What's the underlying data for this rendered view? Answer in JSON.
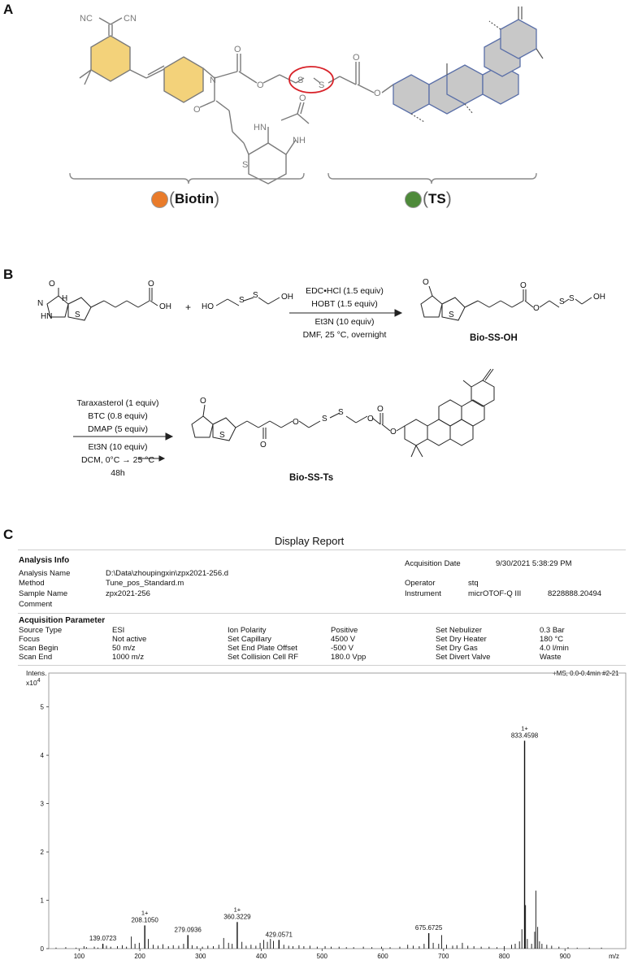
{
  "panels": {
    "a": "A",
    "b": "B",
    "c": "C"
  },
  "panel_a": {
    "cn1": "NC",
    "cn2": "CN",
    "imid_nh1": "HN",
    "imid_nh2": "NH",
    "imid_o": "O",
    "s_ring": "S",
    "s1": "S",
    "s2": "S",
    "labels": {
      "biotin": "Biotin",
      "ts": "TS",
      "paren_open": "(",
      "paren_close": ")"
    },
    "colors": {
      "biotin_dot": "#E97B2A",
      "ts_dot": "#4E8A3A",
      "ring_fill_yellow": "#F3D27A",
      "ring_fill_grey": "#C8C8C8",
      "ring_edge_blue": "#5A6FA8",
      "disulfide_circle": "#D8232A"
    }
  },
  "panel_b": {
    "reagents1": [
      "EDC•HCl (1.5 equiv)",
      "HOBT (1.5 equiv)",
      "Et3N (10 equiv)",
      "DMF, 25 °C, overnight"
    ],
    "plus": "+",
    "oh": "OH",
    "ho": "HO",
    "o": "O",
    "s": "S",
    "h": "H",
    "n": "N",
    "hn": "HN",
    "product1": "Bio-SS-OH",
    "reagents2": [
      "Taraxasterol (1 equiv)",
      "BTC (0.8 equiv)",
      "DMAP (5 equiv)",
      "Et3N (10 equiv)",
      "DCM, 0°C → 25 °C",
      "48h"
    ],
    "product2": "Bio-SS-Ts"
  },
  "report": {
    "title": "Display Report",
    "analysis_info_title": "Analysis Info",
    "analysis_name_label": "Analysis Name",
    "analysis_name": "D:\\Data\\zhoupingxin\\zpx2021-256.d",
    "method_label": "Method",
    "method": "Tune_pos_Standard.m",
    "sample_name_label": "Sample Name",
    "sample_name": "zpx2021-256",
    "comment_label": "Comment",
    "acq_date_label": "Acquisition Date",
    "acq_date": "9/30/2021 5:38:29 PM",
    "operator_label": "Operator",
    "operator": "stq",
    "instrument_label": "Instrument",
    "instrument": "micrOTOF-Q III",
    "instrument_id": "8228888.20494",
    "acq_param_title": "Acquisition Parameter",
    "params": [
      [
        "Source Type",
        "ESI",
        "Ion Polarity",
        "Positive",
        "Set Nebulizer",
        "0.3 Bar"
      ],
      [
        "Focus",
        "Not active",
        "Set Capillary",
        "4500 V",
        "Set Dry Heater",
        "180 °C"
      ],
      [
        "Scan Begin",
        "50 m/z",
        "Set End Plate Offset",
        "-500 V",
        "Set Dry Gas",
        "4.0 l/min"
      ],
      [
        "Scan End",
        "1000 m/z",
        "Set Collision Cell RF",
        "180.0 Vpp",
        "Set Divert Valve",
        "Waste"
      ]
    ]
  },
  "chart_data": {
    "type": "bar",
    "title": "",
    "ylabel": "Intens. x10^4",
    "xlabel": "m/z",
    "header_right": "+MS, 0.0-0.4min #2-21",
    "xlim": [
      50,
      1000
    ],
    "ylim": [
      0,
      5.7
    ],
    "xticks": [
      100,
      200,
      300,
      400,
      500,
      600,
      700,
      800,
      900
    ],
    "yticks": [
      0,
      1,
      2,
      3,
      4,
      5
    ],
    "y_label_line1": "Intens.",
    "y_label_line2": "x10",
    "y_label_exp": "4",
    "peaks": [
      {
        "mz": 139.0723,
        "intensity": 0.1,
        "label": "139.0723",
        "charge": ""
      },
      {
        "mz": 208.105,
        "intensity": 0.48,
        "label": "208.1050",
        "charge": "1+"
      },
      {
        "mz": 279.0936,
        "intensity": 0.28,
        "label": "279.0936",
        "charge": ""
      },
      {
        "mz": 360.3229,
        "intensity": 0.55,
        "label": "360.3229",
        "charge": "1+"
      },
      {
        "mz": 429.0571,
        "intensity": 0.18,
        "label": "429.0571",
        "charge": ""
      },
      {
        "mz": 675.6725,
        "intensity": 0.32,
        "label": "675.6725",
        "charge": ""
      },
      {
        "mz": 833.4598,
        "intensity": 4.3,
        "label": "833.4598",
        "charge": "1+"
      }
    ],
    "minor_peaks": [
      [
        62,
        0.02
      ],
      [
        78,
        0.03
      ],
      [
        95,
        0.02
      ],
      [
        108,
        0.05
      ],
      [
        112,
        0.03
      ],
      [
        125,
        0.04
      ],
      [
        131,
        0.02
      ],
      [
        145,
        0.06
      ],
      [
        152,
        0.04
      ],
      [
        163,
        0.05
      ],
      [
        171,
        0.07
      ],
      [
        178,
        0.04
      ],
      [
        186,
        0.25
      ],
      [
        192,
        0.1
      ],
      [
        199,
        0.12
      ],
      [
        214,
        0.2
      ],
      [
        222,
        0.08
      ],
      [
        230,
        0.06
      ],
      [
        238,
        0.09
      ],
      [
        247,
        0.05
      ],
      [
        255,
        0.07
      ],
      [
        264,
        0.06
      ],
      [
        272,
        0.1
      ],
      [
        286,
        0.07
      ],
      [
        294,
        0.05
      ],
      [
        303,
        0.04
      ],
      [
        312,
        0.06
      ],
      [
        321,
        0.05
      ],
      [
        330,
        0.08
      ],
      [
        338,
        0.22
      ],
      [
        346,
        0.12
      ],
      [
        352,
        0.1
      ],
      [
        368,
        0.14
      ],
      [
        375,
        0.06
      ],
      [
        383,
        0.08
      ],
      [
        391,
        0.06
      ],
      [
        398,
        0.12
      ],
      [
        404,
        0.18
      ],
      [
        410,
        0.14
      ],
      [
        415,
        0.2
      ],
      [
        420,
        0.16
      ],
      [
        437,
        0.08
      ],
      [
        445,
        0.06
      ],
      [
        452,
        0.05
      ],
      [
        462,
        0.07
      ],
      [
        470,
        0.05
      ],
      [
        480,
        0.06
      ],
      [
        492,
        0.04
      ],
      [
        505,
        0.05
      ],
      [
        515,
        0.04
      ],
      [
        528,
        0.04
      ],
      [
        540,
        0.03
      ],
      [
        552,
        0.03
      ],
      [
        568,
        0.04
      ],
      [
        582,
        0.03
      ],
      [
        598,
        0.04
      ],
      [
        612,
        0.03
      ],
      [
        628,
        0.04
      ],
      [
        641,
        0.08
      ],
      [
        650,
        0.06
      ],
      [
        660,
        0.05
      ],
      [
        668,
        0.1
      ],
      [
        683,
        0.12
      ],
      [
        692,
        0.1
      ],
      [
        697,
        0.28
      ],
      [
        705,
        0.08
      ],
      [
        715,
        0.06
      ],
      [
        722,
        0.07
      ],
      [
        731,
        0.12
      ],
      [
        740,
        0.06
      ],
      [
        750,
        0.05
      ],
      [
        762,
        0.04
      ],
      [
        775,
        0.04
      ],
      [
        788,
        0.03
      ],
      [
        800,
        0.05
      ],
      [
        812,
        0.08
      ],
      [
        818,
        0.1
      ],
      [
        825,
        0.15
      ],
      [
        829,
        0.4
      ],
      [
        835,
        0.9
      ],
      [
        838,
        0.2
      ],
      [
        845,
        0.1
      ],
      [
        850,
        0.35
      ],
      [
        852,
        1.2
      ],
      [
        855,
        0.45
      ],
      [
        858,
        0.15
      ],
      [
        862,
        0.1
      ],
      [
        870,
        0.08
      ],
      [
        878,
        0.06
      ],
      [
        890,
        0.04
      ],
      [
        905,
        0.03
      ],
      [
        920,
        0.02
      ],
      [
        940,
        0.02
      ],
      [
        960,
        0.02
      ]
    ]
  }
}
